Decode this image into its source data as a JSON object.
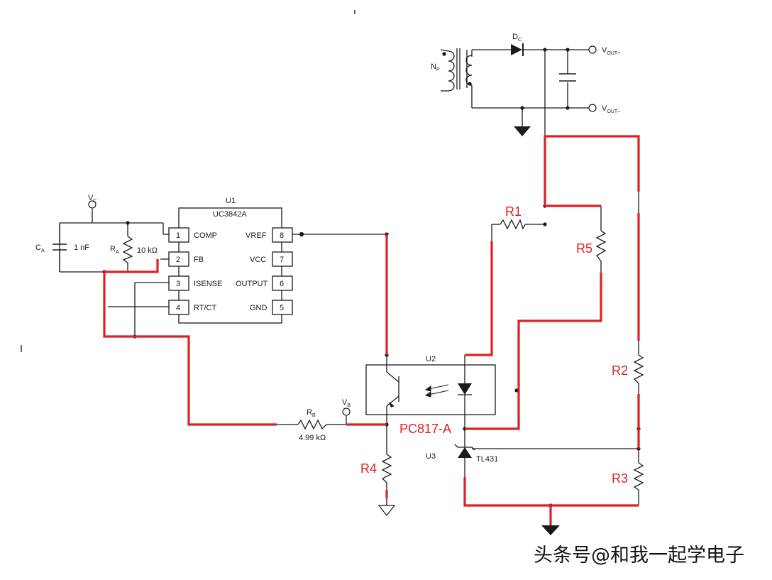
{
  "chip": {
    "ref": "U1",
    "part": "UC3842A",
    "pins_left": [
      {
        "num": "1",
        "name": "COMP"
      },
      {
        "num": "2",
        "name": "FB"
      },
      {
        "num": "3",
        "name": "ISENSE"
      },
      {
        "num": "4",
        "name": "RT/CT"
      }
    ],
    "pins_right": [
      {
        "num": "8",
        "name": "VREF"
      },
      {
        "num": "7",
        "name": "VCC"
      },
      {
        "num": "6",
        "name": "OUTPUT"
      },
      {
        "num": "5",
        "name": "GND"
      }
    ]
  },
  "left_network": {
    "vc": "V",
    "vc_sub": "C",
    "ca": "C",
    "ca_sub": "A",
    "ca_value": "1 nF",
    "ra": "R",
    "ra_sub": "A",
    "ra_value": "10 kΩ"
  },
  "rb": {
    "name": "R",
    "sub": "B",
    "value": "4.99 kΩ"
  },
  "vb": {
    "name": "V",
    "sub": "B"
  },
  "opto": {
    "ref": "U2",
    "part": "PC817-A"
  },
  "shunt": {
    "ref": "U3",
    "part": "TL431"
  },
  "secondary": {
    "np": "N",
    "np_sub": "P",
    "dc": "D",
    "dc_sub": "C",
    "vout_pos": "V",
    "vout_pos_sub": "OUT+",
    "vout_neg": "V",
    "vout_neg_sub": "OUT–"
  },
  "resistors": {
    "r1": "R1",
    "r2": "R2",
    "r3": "R3",
    "r4": "R4",
    "r5": "R5"
  },
  "watermark": "头条号@和我一起学电子",
  "colors": {
    "wire": "#1a1a1a",
    "highlight": "#e02020",
    "background": "#ffffff"
  }
}
